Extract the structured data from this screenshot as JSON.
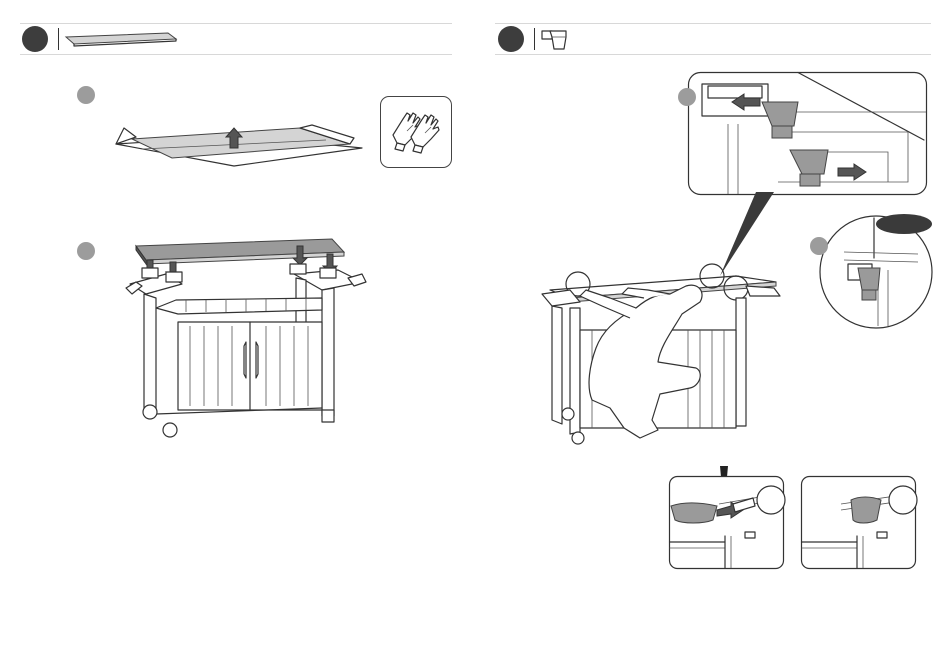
{
  "page": {
    "left_panel": {
      "step_marker": "step-1",
      "part_icon": "tabletop-panel-icon",
      "substeps": [
        {
          "marker": "substep-a",
          "illustration": "unbox-tabletop"
        },
        {
          "marker": "substep-b",
          "illustration": "place-tabletop-on-cart"
        }
      ],
      "gloves_icon": "gloves-icon"
    },
    "right_panel": {
      "step_marker": "step-2",
      "part_icon": "clip-connector-icon",
      "detail_views": [
        "clip-insertion-detail",
        "clip-closeup-detail"
      ],
      "warning_icon": "exclamation-icon",
      "result_views": [
        "clip-wrong-position",
        "clip-correct-position"
      ]
    },
    "colors": {
      "step_dot": "#3d3d3d",
      "substep_dot": "#9c9c9c",
      "part_fill": "#9a9a9a",
      "line": "#333333"
    }
  }
}
